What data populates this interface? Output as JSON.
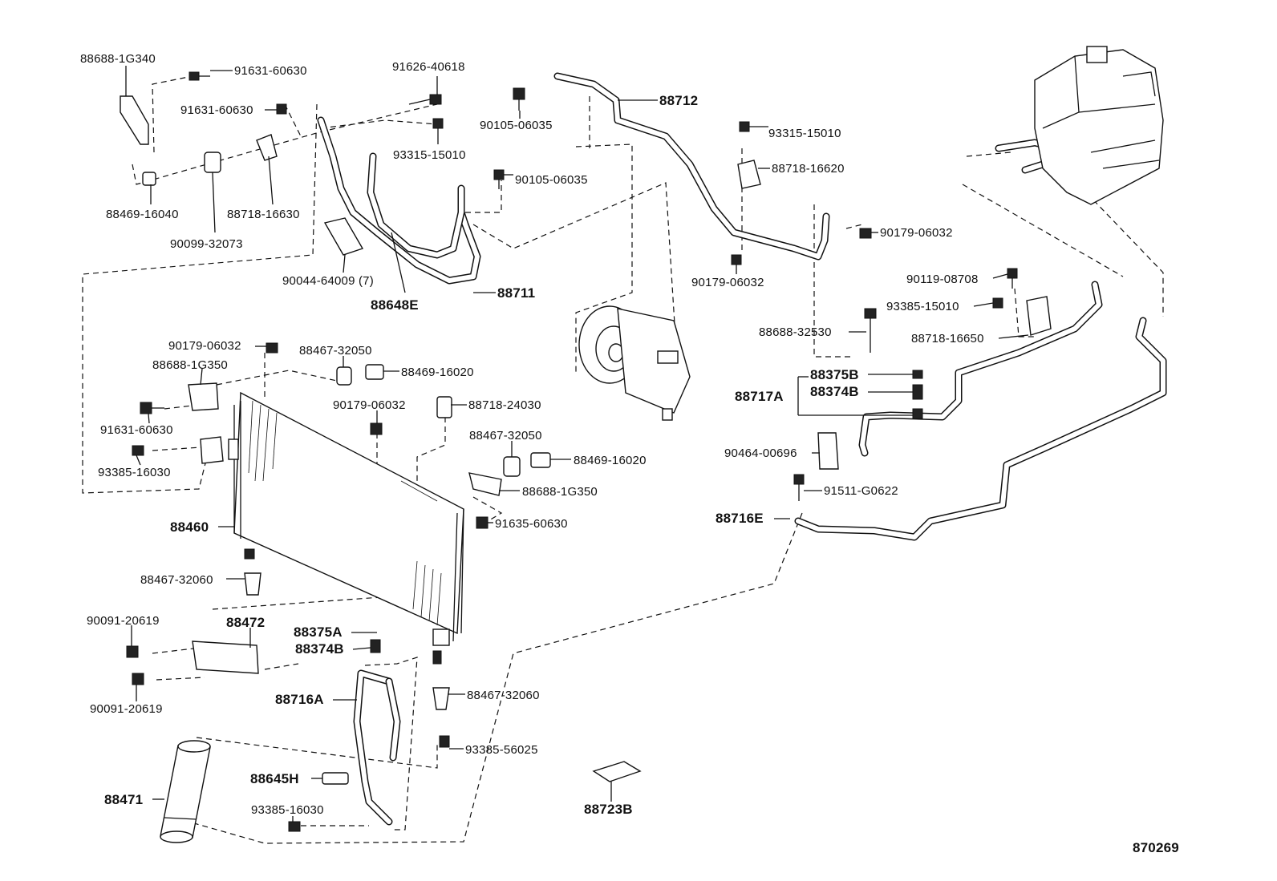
{
  "diagram": {
    "code": "870269",
    "callouts": {
      "p88688_1G340": "88688-1G340",
      "p91631_60630_a": "91631-60630",
      "p91631_60630_b": "91631-60630",
      "p88469_16040": "88469-16040",
      "p90099_32073": "90099-32073",
      "p88718_16630": "88718-16630",
      "p90044_64009": "90044-64009 (7)",
      "p91626_40618": "91626-40618",
      "p93315_15010_a": "93315-15010",
      "p90105_06035_a": "90105-06035",
      "p88712": "88712",
      "p90105_06035_b": "90105-06035",
      "p88711": "88711",
      "p88648E": "88648E",
      "p93315_15010_b": "93315-15010",
      "p88718_16620": "88718-16620",
      "p90179_06032_a": "90179-06032",
      "p90179_06032_b": "90179-06032",
      "p90119_08708": "90119-08708",
      "p93385_15010": "93385-15010",
      "p88688_32530": "88688-32530",
      "p88718_16650": "88718-16650",
      "p88375B_a": "88375B",
      "p88717A": "88717A",
      "p88374B_a": "88374B",
      "p90464_00696": "90464-00696",
      "p91511_G0622": "91511-G0622",
      "p88716E": "88716E",
      "p90179_06032_c": "90179-06032",
      "p88467_32050_a": "88467-32050",
      "p88688_1G350_a": "88688-1G350",
      "p88469_16020_a": "88469-16020",
      "p91631_60630_c": "91631-60630",
      "p90179_06032_d": "90179-06032",
      "p88718_24030": "88718-24030",
      "p93385_16030_a": "93385-16030",
      "p88467_32050_b": "88467-32050",
      "p88469_16020_b": "88469-16020",
      "p88688_1G350_b": "88688-1G350",
      "p88460": "88460",
      "p91635_60630": "91635-60630",
      "p88467_32060_a": "88467-32060",
      "p90091_20619_a": "90091-20619",
      "p88472": "88472",
      "p88375A": "88375A",
      "p88374B_b": "88374B",
      "p90091_20619_b": "90091-20619",
      "p88716A": "88716A",
      "p88467_32060_b": "88467-32060",
      "p93385_56025": "93385-56025",
      "p88645H": "88645H",
      "p88471": "88471",
      "p93385_16030_b": "93385-16030",
      "p88723B": "88723B"
    }
  }
}
